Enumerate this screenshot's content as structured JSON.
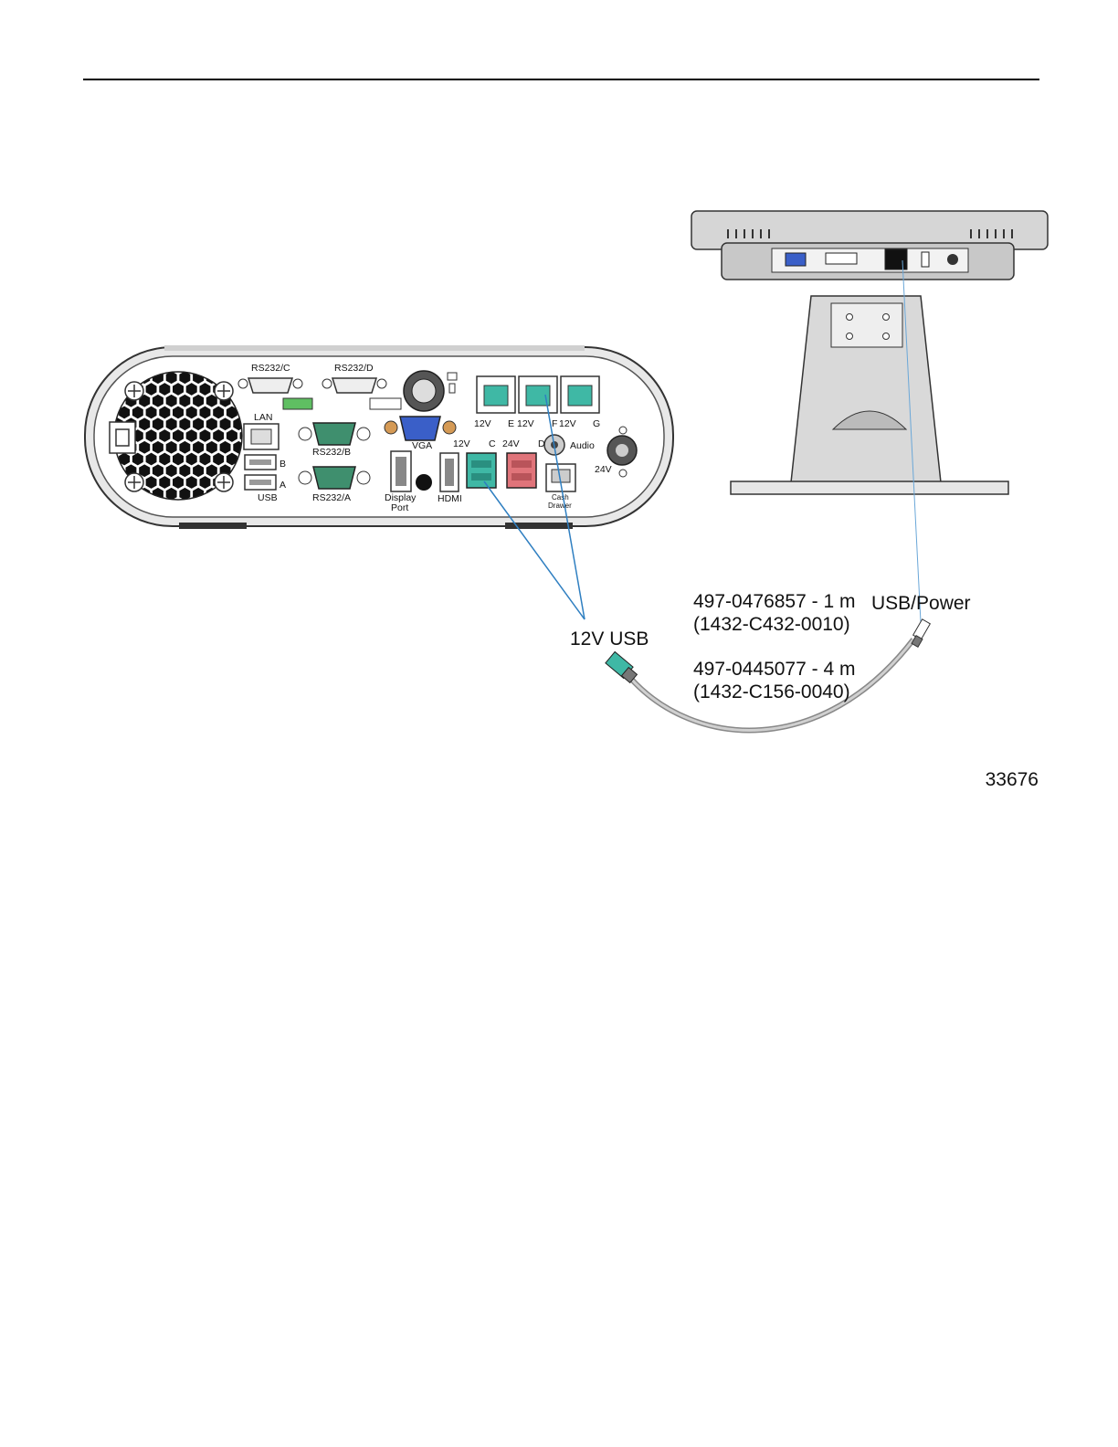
{
  "figure_number": "33676",
  "terminal_ports": {
    "rs232_c": "RS232/C",
    "rs232_d": "RS232/D",
    "rs232_b": "RS232/B",
    "rs232_a": "RS232/A",
    "lan": "LAN",
    "usb_b": "B",
    "usb_a": "A",
    "usb": "USB",
    "vga": "VGA",
    "display_port_line1": "Display",
    "display_port_line2": "Port",
    "hdmi": "HDMI",
    "usb12v_c": "12V",
    "usb12v_c_letter": "C",
    "usb24v_d": "24V",
    "usb24v_d_letter": "D",
    "audio": "Audio",
    "usb12v_e": "12V",
    "usb12v_e_letter": "E",
    "usb12v_f": "12V",
    "usb12v_f_letter": "F",
    "usb12v_g": "12V",
    "usb12v_g_letter": "G",
    "cash_drawer_line1": "Cash",
    "cash_drawer_line2": "Drawer",
    "power_24v": "24V"
  },
  "callouts": {
    "usb_12v": "12V USB",
    "usb_power": "USB/Power",
    "cable1_part": "497-0476857 - 1 m",
    "cable1_code": "(1432-C432-0010)",
    "cable2_part": "497-0445077 - 4 m",
    "cable2_code": "(1432-C156-0040)"
  },
  "colors": {
    "leader_line": "#2f7fc1",
    "usb_teal": "#3fb8a5",
    "usb_red": "#e0747a",
    "rs232_green": "#3f8f6e",
    "vga_blue": "#3a5fc8",
    "chassis_outline": "#333333"
  }
}
